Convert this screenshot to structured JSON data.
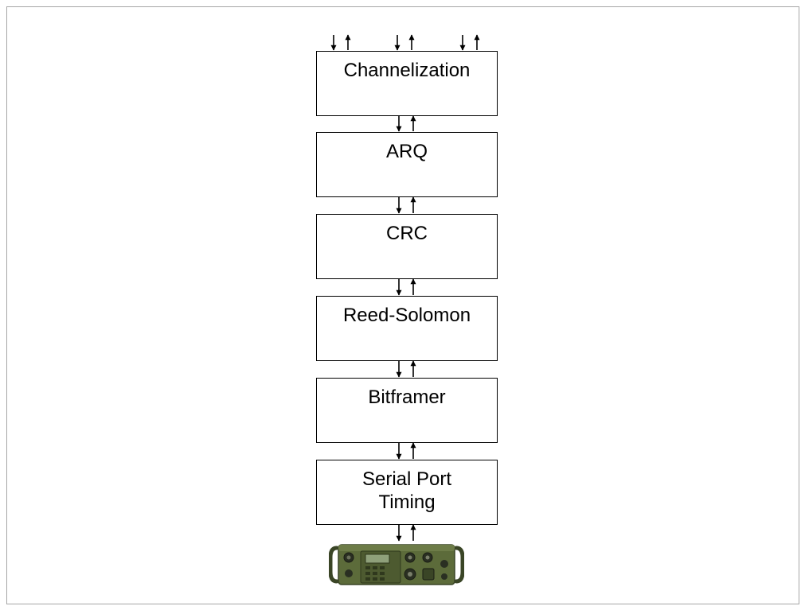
{
  "diagram": {
    "blocks": [
      {
        "id": "channelization",
        "label": "Channelization"
      },
      {
        "id": "arq",
        "label": "ARQ"
      },
      {
        "id": "crc",
        "label": "CRC"
      },
      {
        "id": "reed-solomon",
        "label": "Reed-Solomon"
      },
      {
        "id": "bitframer",
        "label": "Bitframer"
      },
      {
        "id": "serial-port-timing",
        "label": "Serial Port\nTiming"
      }
    ],
    "links": [
      {
        "from": "top-input-1",
        "to": "channelization",
        "direction": "bidirectional"
      },
      {
        "from": "top-input-2",
        "to": "channelization",
        "direction": "bidirectional"
      },
      {
        "from": "top-input-3",
        "to": "channelization",
        "direction": "bidirectional"
      },
      {
        "from": "channelization",
        "to": "arq",
        "direction": "bidirectional"
      },
      {
        "from": "arq",
        "to": "crc",
        "direction": "bidirectional"
      },
      {
        "from": "crc",
        "to": "reed-solomon",
        "direction": "bidirectional"
      },
      {
        "from": "reed-solomon",
        "to": "bitframer",
        "direction": "bidirectional"
      },
      {
        "from": "bitframer",
        "to": "serial-port-timing",
        "direction": "bidirectional"
      },
      {
        "from": "serial-port-timing",
        "to": "radio",
        "direction": "bidirectional"
      }
    ],
    "colors": {
      "line": "#000000",
      "frame": "#a6a6a6",
      "radio_body": "#5c6b3a",
      "radio_dark": "#3a4526",
      "radio_screen": "#8fa07a"
    },
    "radio_icon": "military-radio-icon"
  }
}
